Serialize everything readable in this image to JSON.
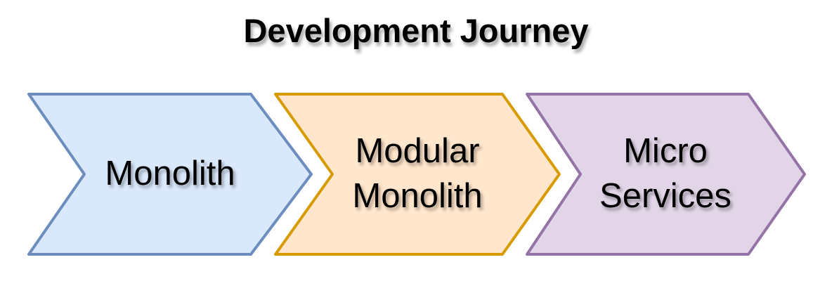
{
  "title": "Development Journey",
  "steps": [
    {
      "label": "Monolith",
      "fill": "#dae8fc",
      "stroke": "#6c8ebf"
    },
    {
      "label": "Modular Monolith",
      "fill": "#ffe6cc",
      "stroke": "#d79b00"
    },
    {
      "label": "Micro Services",
      "fill": "#e1d5e7",
      "stroke": "#9673a6"
    }
  ],
  "colors": {
    "background": "#ffffff",
    "text": "#000000"
  }
}
